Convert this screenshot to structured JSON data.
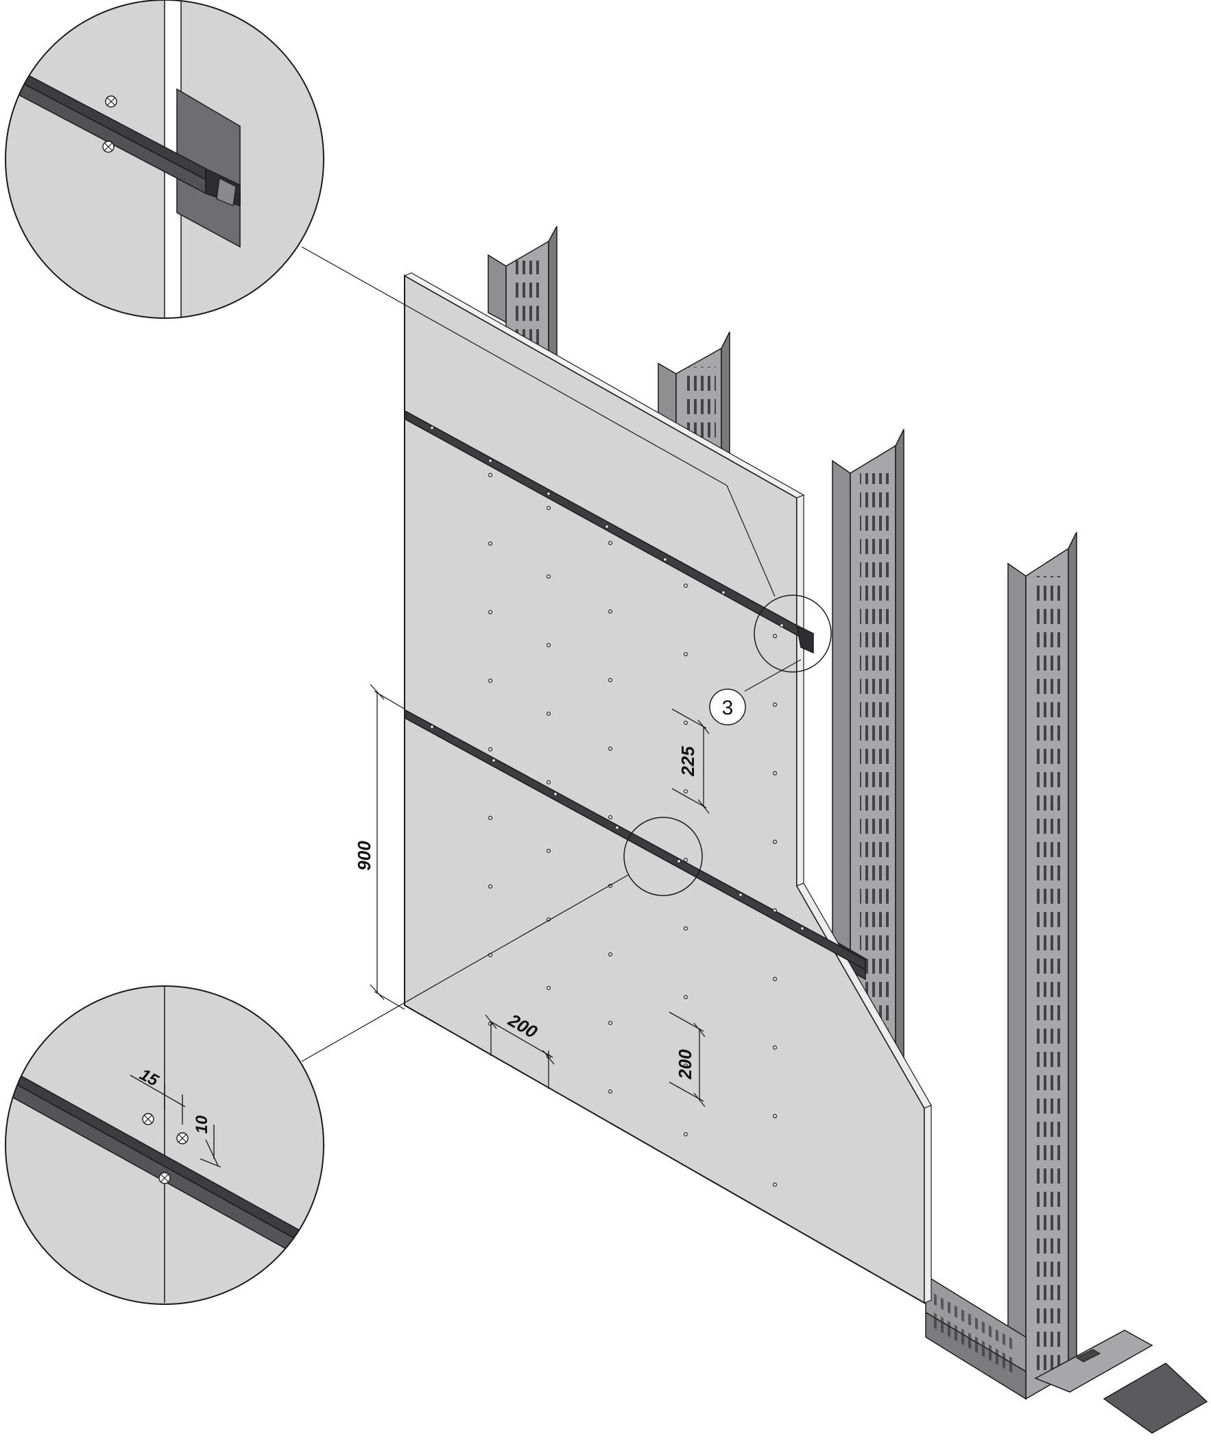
{
  "callout": {
    "label": "3"
  },
  "dimensions": {
    "vertical_span": "900",
    "fastener_vertical_spacing_rail": "225",
    "fastener_horizontal_spacing": "200",
    "fastener_vertical_spacing_field": "200",
    "edge_offset_horizontal": "15",
    "edge_offset_vertical": "10"
  },
  "colors": {
    "board": "#d4d4d4",
    "stud": "#a7a6a8",
    "stud_dark": "#6f6e70",
    "rail": "#3d3d3f",
    "outline": "#1a1a1a",
    "floor_strip": "#5b5b5d"
  }
}
